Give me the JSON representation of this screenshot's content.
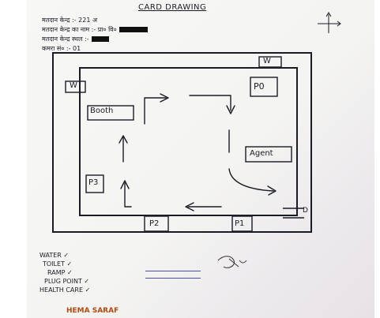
{
  "header": {
    "title": "CARD DRAWING",
    "lines": [
      "मतदान केन्द्र :- 221 अ",
      "मतदान केन्द्र का नाम :- प्रा० वि०",
      "मतदान केन्द्र स्थल :-",
      "कमरा सं० :- 01"
    ]
  },
  "diagram": {
    "w_top": "W",
    "w_left": "W",
    "booth": "Booth",
    "p0": "P0",
    "agent": "Agent",
    "p3": "P3",
    "p2": "P2",
    "p1": "P1",
    "d": "D"
  },
  "checklist": [
    "WATER",
    "TOILET",
    "RAMP",
    "PLUG POINT",
    "HEALTH CARE"
  ],
  "check_mark": "✓",
  "footer": "HEMA SARAF"
}
